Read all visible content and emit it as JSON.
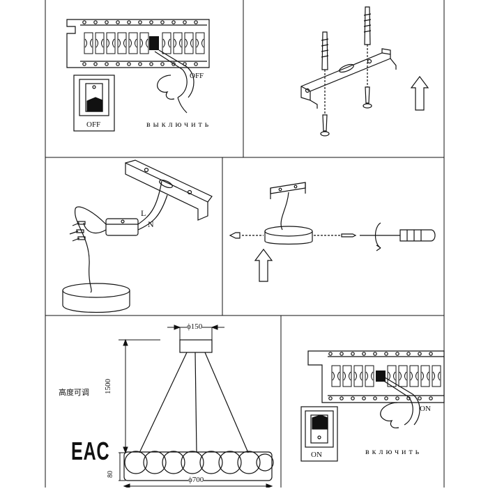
{
  "panels": {
    "power_off": {
      "switch_label": "OFF",
      "pointer_label": "OFF",
      "caption": "выключить"
    },
    "wiring": {
      "label_L": "L",
      "label_N": "N"
    },
    "dimensions": {
      "canopy_diameter": "ϕ150",
      "height": "1500",
      "height_note": "高度可调",
      "ring_diameter": "ϕ700",
      "ring_height": "80"
    },
    "power_on": {
      "switch_label": "ON",
      "pointer_label": "ON",
      "caption": "включить"
    }
  },
  "certification": {
    "mark": "EAC"
  }
}
